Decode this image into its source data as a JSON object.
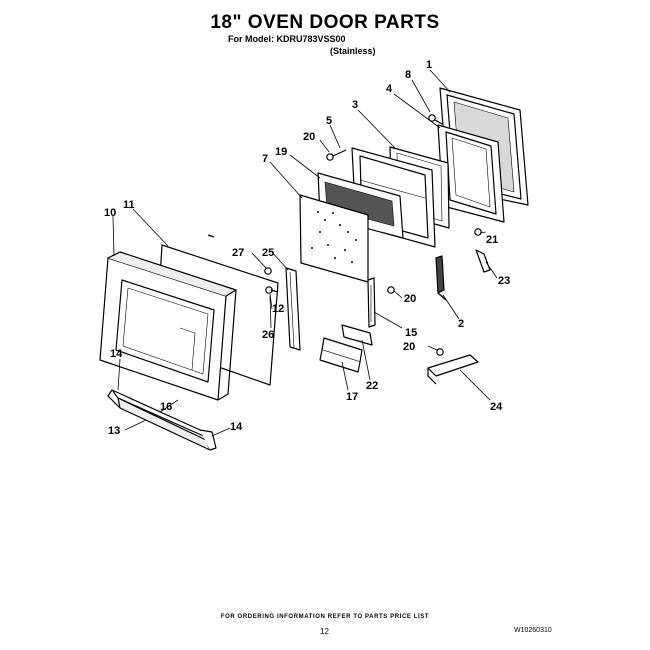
{
  "header": {
    "title": "18\" OVEN DOOR PARTS",
    "model_line": "For Model: KDRU783VSS00",
    "finish_line": "(Stainless)"
  },
  "callouts": [
    "1",
    "8",
    "4",
    "3",
    "5",
    "20",
    "19",
    "7",
    "11",
    "10",
    "27",
    "25",
    "12",
    "26",
    "21",
    "23",
    "20",
    "2",
    "15",
    "20",
    "22",
    "17",
    "24",
    "14",
    "16",
    "13",
    "14"
  ],
  "footer": {
    "ordering_note": "FOR ORDERING INFORMATION REFER TO PARTS PRICE LIST",
    "page_number": "12",
    "doc_code": "W10260310"
  }
}
